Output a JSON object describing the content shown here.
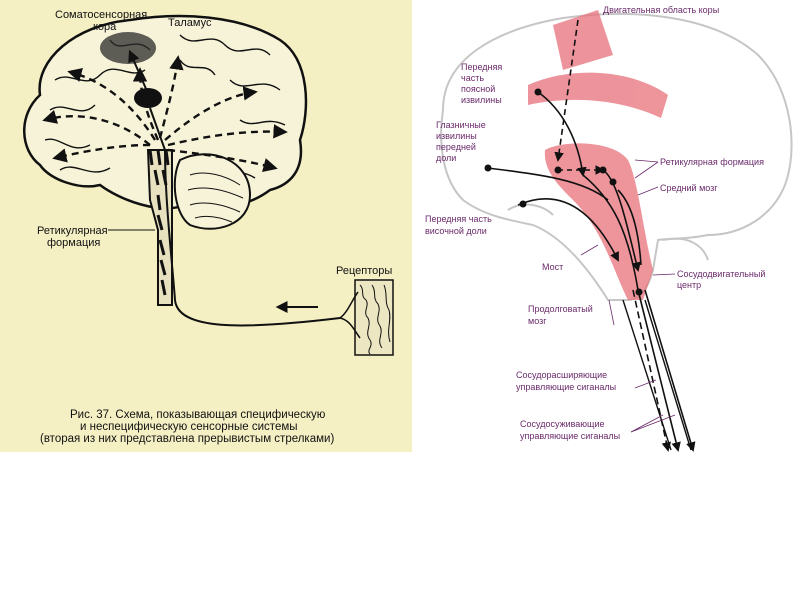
{
  "left": {
    "labels": {
      "somato_line1": "Соматосенсорная",
      "somato_line2": "кора",
      "thalamus": "Таламус",
      "reticular_line1": "Ретикулярная",
      "reticular_line2": "формация",
      "receptors": "Рецепторы"
    },
    "caption": {
      "line1": "Рис. 37. Схема, показывающая специфическую",
      "line2": "и неспецифическую сенсорные системы",
      "line3": "(вторая из них представлена прерывистым стрелками)"
    }
  },
  "right": {
    "labels": {
      "motor_cortex": "Двигательная область коры",
      "cingulate_line1": "Передняя",
      "cingulate_line2": "часть",
      "cingulate_line3": "поясной",
      "cingulate_line4": "извилины",
      "orbital_line1": "Глазничные",
      "orbital_line2": "извилины",
      "orbital_line3": "передней",
      "orbital_line4": "доли",
      "reticular": "Ретикулярная формация",
      "midbrain": "Средний мозг",
      "temporal_line1": "Передняя часть",
      "temporal_line2": "височной доли",
      "pons": "Мост",
      "vasomotor_line1": "Сосудодвигательный",
      "vasomotor_line2": "центр",
      "medulla_line1": "Продолговатый",
      "medulla_line2": "мозг",
      "vasodilator_line1": "Сосудорасширяющие",
      "vasodilator_line2": "управляющие сиганалы",
      "vasoconstrictor_line1": "Сосудосуживающие",
      "vasoconstrictor_line2": "управляющие сиганалы"
    }
  },
  "colors": {
    "left_background": "#f5efc4",
    "highlight_pink": "#e8707a",
    "label_purple": "#6a2a6a"
  }
}
